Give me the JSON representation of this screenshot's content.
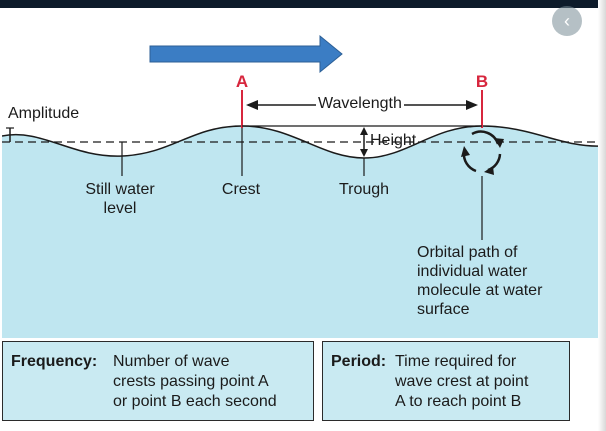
{
  "diagram": {
    "amplitude_label": "Amplitude",
    "point_a": "A",
    "point_b": "B",
    "wavelength_label": "Wavelength",
    "height_label": "Height",
    "still_water_label": "Still water\nlevel",
    "crest_label": "Crest",
    "trough_label": "Trough",
    "orbital_label": "Orbital path of\nindividual water\nmolecule at water\nsurface"
  },
  "definitions": [
    {
      "term": "Frequency:",
      "text": "Number of wave\ncrests passing point A\nor point B each second"
    },
    {
      "term": "Period:",
      "text": "Time required for\nwave crest at point\nA to reach point B"
    }
  ],
  "colors": {
    "water": "#bfe6f0",
    "arrow": "#3b7dc4",
    "marker": "#d7263d",
    "line": "#1b1b1b"
  },
  "nav": {
    "icon": "chevron-left-icon",
    "glyph": "‹"
  }
}
